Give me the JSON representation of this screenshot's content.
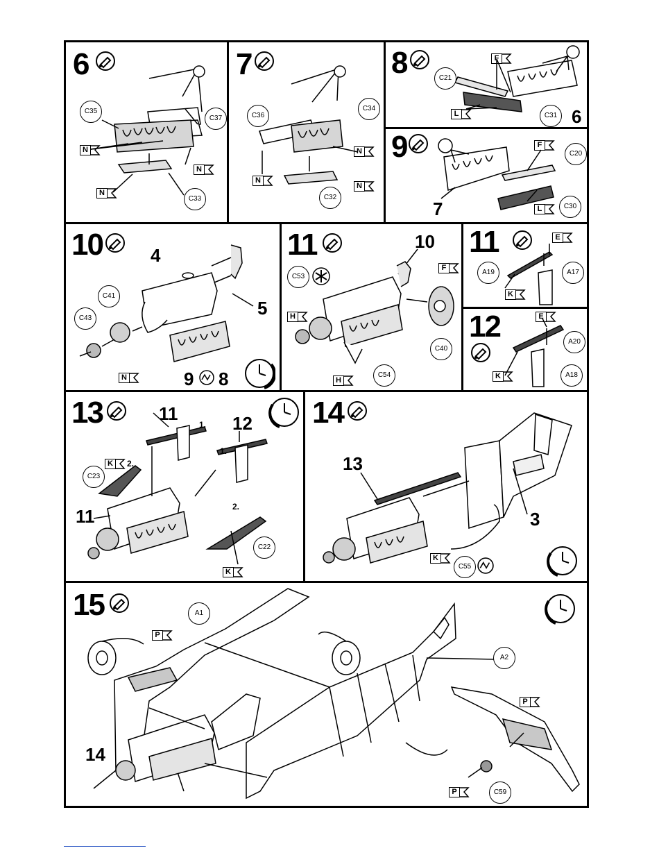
{
  "steps": {
    "s6": {
      "number": "6",
      "labels": {
        "c35": "C35",
        "c37": "C37",
        "c33": "C33"
      },
      "flags": [
        "N",
        "N",
        "N"
      ]
    },
    "s7": {
      "number": "7",
      "labels": {
        "c36": "C36",
        "c34": "C34",
        "c32": "C32"
      },
      "flags": [
        "N",
        "N",
        "N"
      ]
    },
    "s8": {
      "number": "8",
      "labels": {
        "c21": "C21",
        "c31": "C31"
      },
      "flags": [
        "F",
        "L"
      ],
      "ref": "6"
    },
    "s9": {
      "number": "9",
      "labels": {
        "c20": "C20",
        "c30": "C30"
      },
      "flags": [
        "F",
        "L"
      ],
      "ref": "7"
    },
    "s10": {
      "number": "10",
      "labels": {
        "c41": "C41",
        "c43": "C43"
      },
      "flags": [
        "N"
      ],
      "refs": [
        "4",
        "5"
      ],
      "sub": [
        "9",
        "8"
      ]
    },
    "s11a": {
      "number": "11",
      "labels": {
        "c53": "C53",
        "c40": "C40",
        "c54": "C54"
      },
      "flags": [
        "F",
        "H",
        "H"
      ],
      "ref": "10"
    },
    "s11b": {
      "number": "11",
      "labels": {
        "a19": "A19",
        "a17": "A17"
      },
      "flags": [
        "E",
        "K"
      ]
    },
    "s12": {
      "number": "12",
      "labels": {
        "a20": "A20",
        "a18": "A18"
      },
      "flags": [
        "E",
        "K"
      ]
    },
    "s13": {
      "number": "13",
      "labels": {
        "c23": "C23",
        "c22": "C22"
      },
      "flags": [
        "K",
        "K"
      ],
      "refs": [
        "11",
        "12",
        "11"
      ],
      "order": [
        "1.",
        "2.",
        "1.",
        "2."
      ]
    },
    "s14": {
      "number": "14",
      "labels": {
        "c55": "C55"
      },
      "flags": [
        "K"
      ],
      "refs": [
        "13",
        "3"
      ]
    },
    "s15": {
      "number": "15",
      "labels": {
        "a1": "A1",
        "a2": "A2",
        "c59": "C59"
      },
      "flags": [
        "P",
        "P",
        "P"
      ],
      "refs": [
        "14"
      ]
    }
  },
  "icons": [
    "glue-tube-icon",
    "clock-icon",
    "asterisk-icon",
    "squiggle-icon",
    "paint-stripe-icon"
  ]
}
